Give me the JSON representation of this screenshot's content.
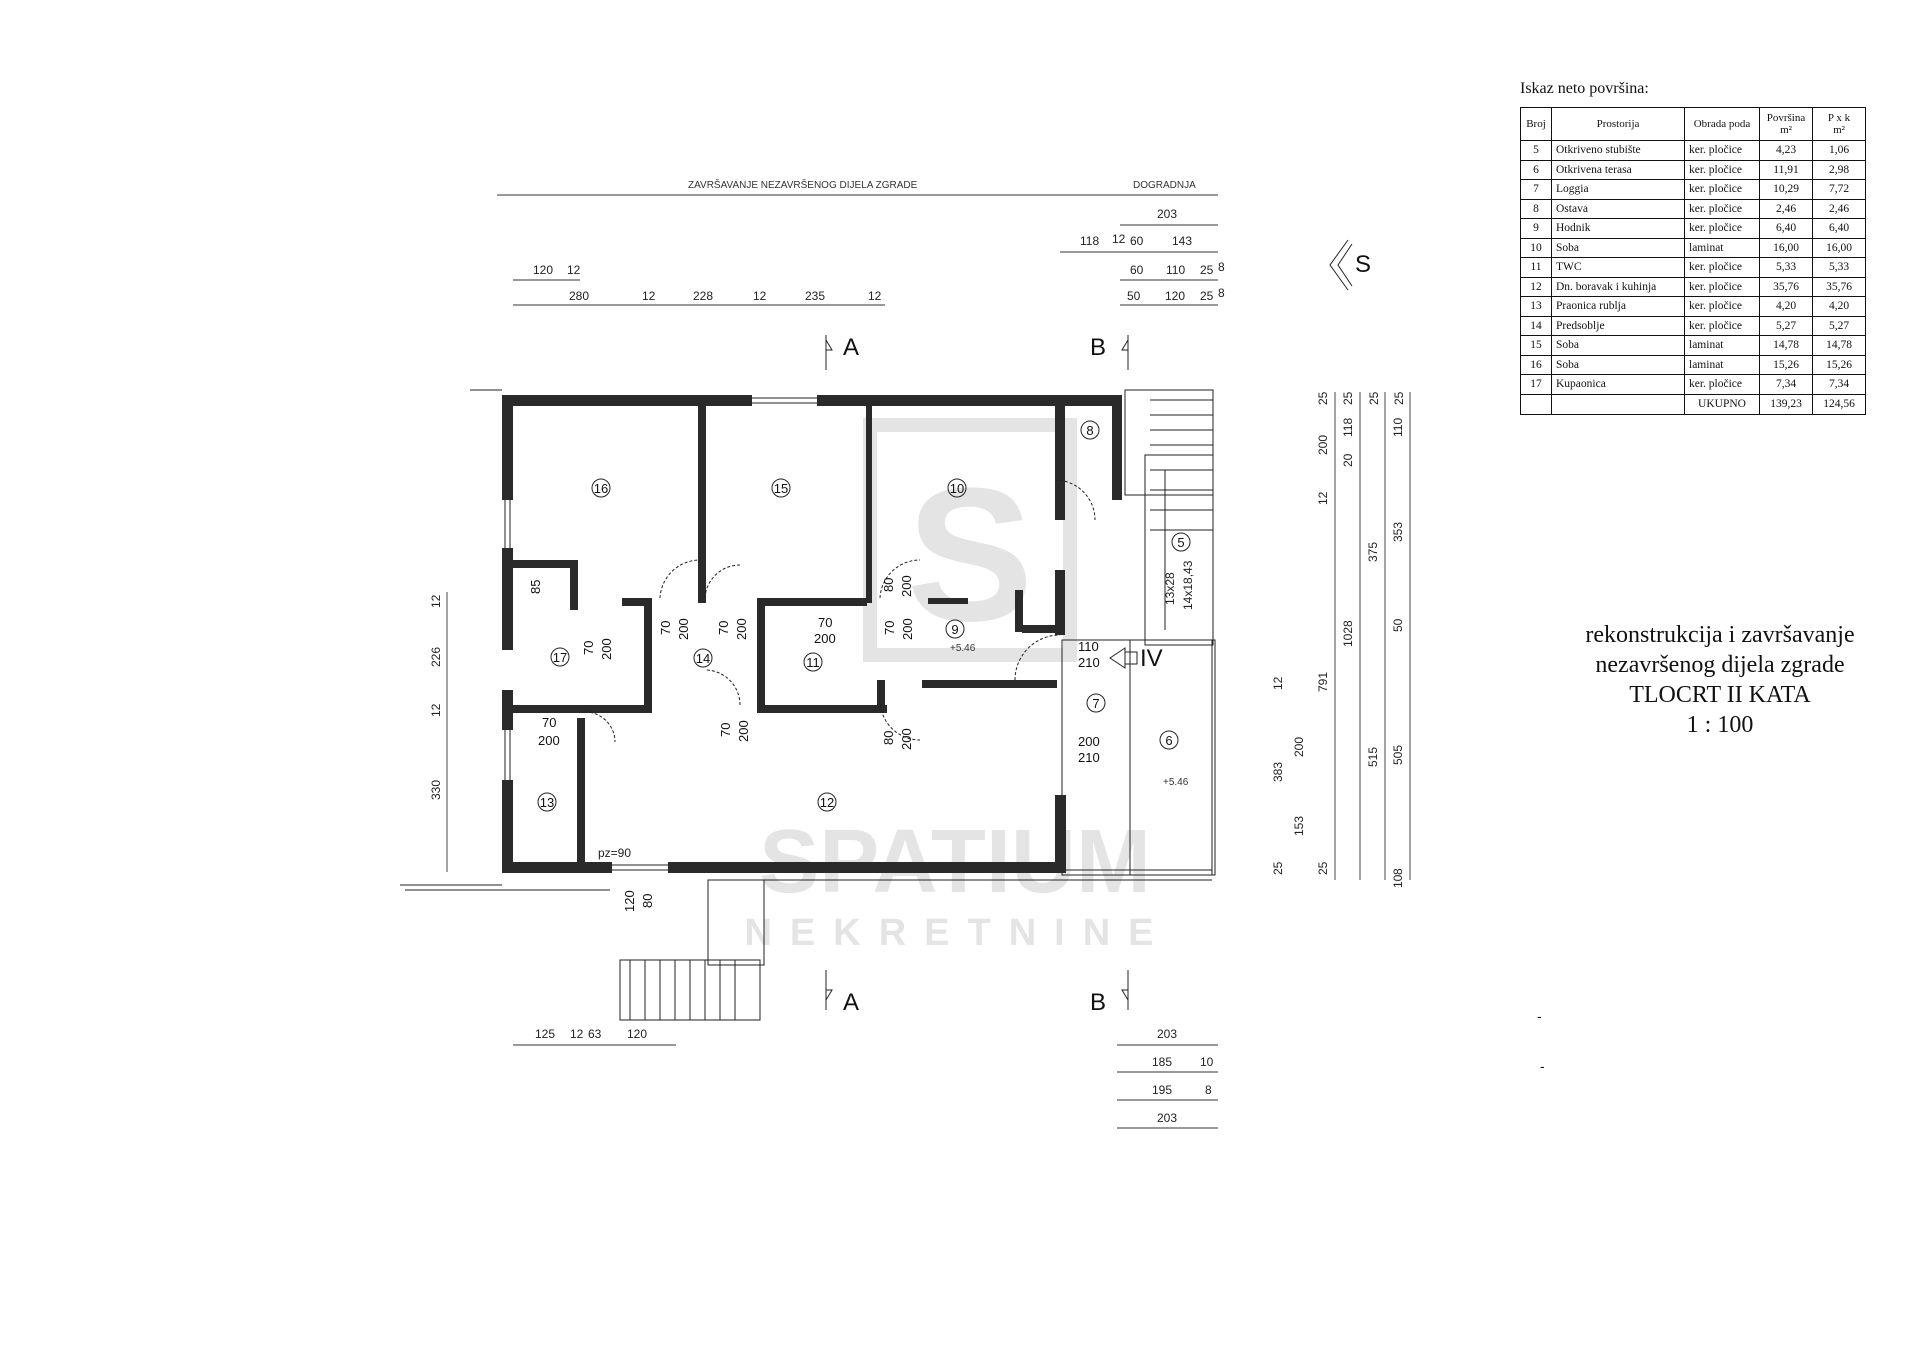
{
  "table": {
    "title": "Iskaz neto površina:",
    "headers": {
      "broj": "Broj",
      "prostorija": "Prostorija",
      "obrada": "Obrada poda",
      "povrsina": "Površina",
      "povrsina_unit": "m²",
      "pxk": "P x k",
      "pxk_unit": "m²"
    },
    "rows": [
      {
        "broj": "5",
        "prostorija": "Otkriveno stubište",
        "obrada": "ker. pločice",
        "povrsina": "4,23",
        "pxk": "1,06"
      },
      {
        "broj": "6",
        "prostorija": "Otkrivena terasa",
        "obrada": "ker. pločice",
        "povrsina": "11,91",
        "pxk": "2,98"
      },
      {
        "broj": "7",
        "prostorija": "Loggia",
        "obrada": "ker. pločice",
        "povrsina": "10,29",
        "pxk": "7,72"
      },
      {
        "broj": "8",
        "prostorija": "Ostava",
        "obrada": "ker. pločice",
        "povrsina": "2,46",
        "pxk": "2,46"
      },
      {
        "broj": "9",
        "prostorija": "Hodnik",
        "obrada": "ker. pločice",
        "povrsina": "6,40",
        "pxk": "6,40"
      },
      {
        "broj": "10",
        "prostorija": "Soba",
        "obrada": "laminat",
        "povrsina": "16,00",
        "pxk": "16,00"
      },
      {
        "broj": "11",
        "prostorija": "TWC",
        "obrada": "ker. pločice",
        "povrsina": "5,33",
        "pxk": "5,33"
      },
      {
        "broj": "12",
        "prostorija": "Dn. boravak i kuhinja",
        "obrada": "ker. pločice",
        "povrsina": "35,76",
        "pxk": "35,76"
      },
      {
        "broj": "13",
        "prostorija": "Praonica rublja",
        "obrada": "ker. pločice",
        "povrsina": "4,20",
        "pxk": "4,20"
      },
      {
        "broj": "14",
        "prostorija": "Predsoblje",
        "obrada": "ker. pločice",
        "povrsina": "5,27",
        "pxk": "5,27"
      },
      {
        "broj": "15",
        "prostorija": "Soba",
        "obrada": "laminat",
        "povrsina": "14,78",
        "pxk": "14,78"
      },
      {
        "broj": "16",
        "prostorija": "Soba",
        "obrada": "laminat",
        "povrsina": "15,26",
        "pxk": "15,26"
      },
      {
        "broj": "17",
        "prostorija": "Kupaonica",
        "obrada": "ker. pločice",
        "povrsina": "7,34",
        "pxk": "7,34"
      }
    ],
    "total_label": "UKUPNO",
    "total_povrsina": "139,23",
    "total_pxk": "124,56"
  },
  "title_block": {
    "line1": "rekonstrukcija i završavanje",
    "line2": "nezavršenog dijela zgrade",
    "line3": "TLOCRT  II  KATA",
    "line4": "1 : 100"
  },
  "plan": {
    "top_label_left": "ZAVRŠAVANJE NEZAVRŠENOG DIJELA ZGRADE",
    "top_label_right": "DOGRADNJA",
    "section_a": "A",
    "section_b": "B",
    "entry_label": "IV",
    "level_1": "+5.46",
    "level_2": "+5.46",
    "parapet": "pz=90",
    "rooms": [
      "16",
      "15",
      "10",
      "8",
      "5",
      "17",
      "14",
      "11",
      "9",
      "7",
      "6",
      "13",
      "12"
    ],
    "stair_text_1": "13x28",
    "stair_text_2": "14x18,43",
    "dims_top": {
      "r1": [
        "203"
      ],
      "r2": [
        "118",
        "12",
        "60",
        "143"
      ],
      "r3a": [
        "120",
        "12"
      ],
      "r3b": [
        "60",
        "110",
        "25",
        "8"
      ],
      "r4a": [
        "280",
        "12",
        "228",
        "12",
        "235",
        "12"
      ],
      "r4b": [
        "50",
        "120",
        "25",
        "8"
      ]
    },
    "dims_bottom": {
      "left": [
        "125",
        "12",
        "63",
        "120"
      ],
      "right": [
        "203",
        "185",
        "10",
        "195",
        "8",
        "203"
      ]
    },
    "dims_left": [
      "12",
      "226",
      "12",
      "330"
    ],
    "dims_right_top": [
      "25",
      "25",
      "25",
      "25"
    ],
    "dims_right": {
      "c1": [
        "200",
        "12",
        "12",
        "791",
        "383",
        "25"
      ],
      "c2": [
        "118",
        "20",
        "200",
        "153",
        "25"
      ],
      "c3": [
        "375",
        "1028",
        "515"
      ],
      "c4": [
        "110",
        "353",
        "50",
        "505",
        "8",
        "10"
      ]
    },
    "door_labels": [
      "85",
      "70",
      "200",
      "70",
      "200",
      "70",
      "200",
      "70",
      "200",
      "70",
      "200",
      "80",
      "200",
      "110",
      "210",
      "70",
      "200",
      "70",
      "200",
      "80",
      "200",
      "200",
      "210",
      "120",
      "80"
    ]
  },
  "watermark": {
    "brand": "SPATIUM",
    "sub": "NEKRETNINE",
    "logo": "S"
  },
  "stray_marks": [
    "-",
    "-"
  ]
}
